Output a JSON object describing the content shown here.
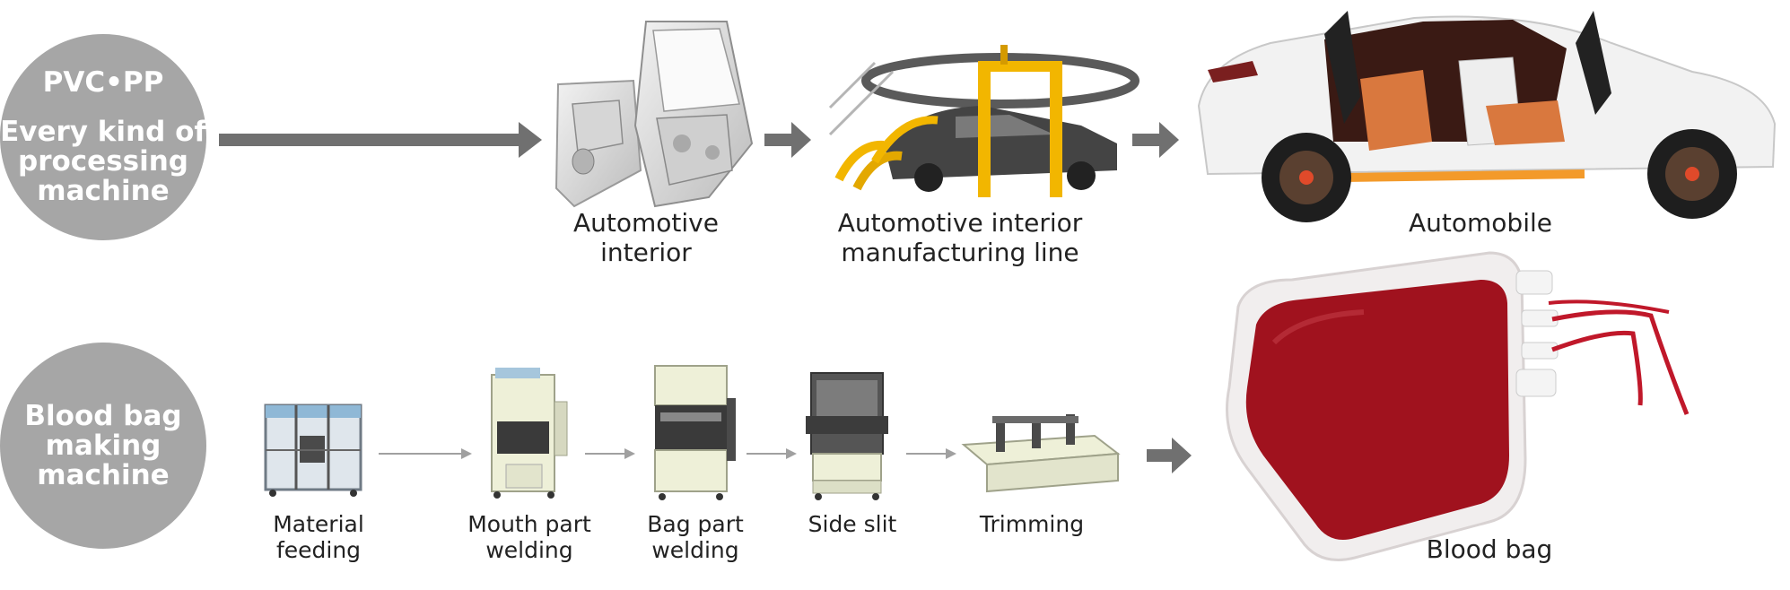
{
  "circles": {
    "top": {
      "line1": "PVC•PP",
      "line2": "Every kind of",
      "line3": "processing",
      "line4": "machine"
    },
    "bottom": {
      "line1": "Blood bag",
      "line2": "making",
      "line3": "machine"
    }
  },
  "top_row": {
    "labels": [
      "Automotive\ninterior",
      "Automotive interior\nmanufacturing line",
      "Automobile"
    ]
  },
  "bottom_row": {
    "labels": [
      "Material\nfeeding",
      "Mouth part\nwelding",
      "Bag part\nwelding",
      "Side slit",
      "Trimming",
      "Blood bag"
    ]
  },
  "colors": {
    "circle": "#a6a6a6",
    "arrow": "#707070",
    "small_arrow": "#a0a0a0",
    "frame_yellow": "#f2b600",
    "blood": "#a0121e",
    "car_body": "#f2f2f2"
  },
  "icons": [
    "door-panel-icon",
    "assembly-line-icon",
    "car-icon",
    "machine-icon",
    "blood-bag-icon"
  ]
}
